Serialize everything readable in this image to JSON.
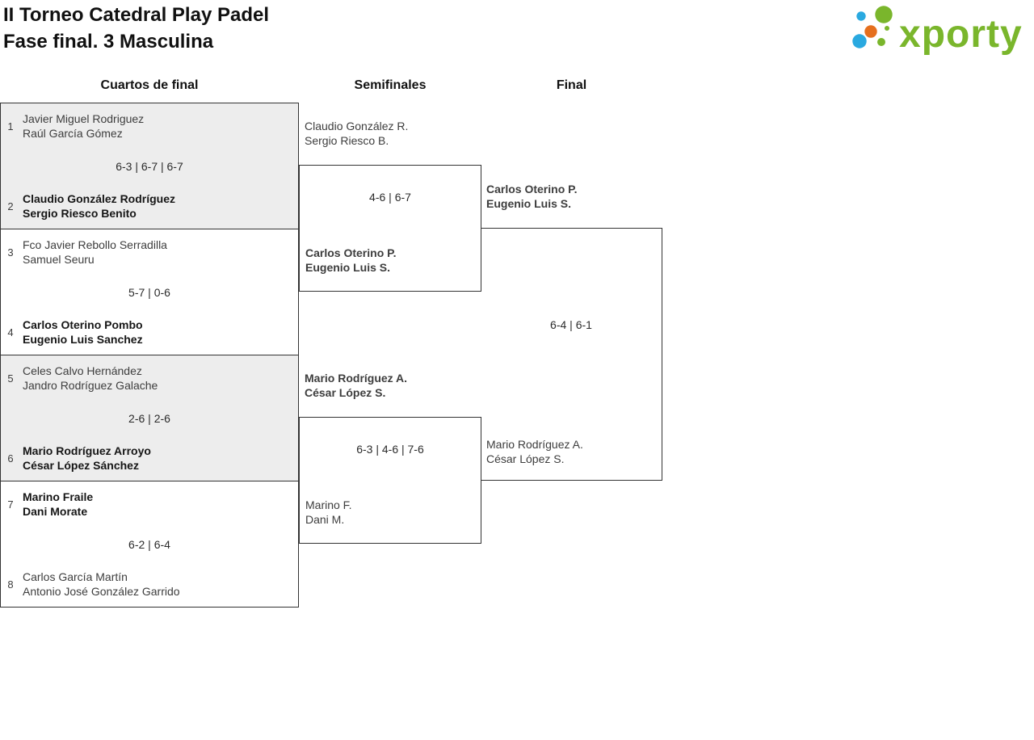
{
  "header": {
    "title_line1": "II Torneo Catedral Play Padel",
    "title_line2": "Fase final. 3 Masculina"
  },
  "logo": {
    "text": "xporty",
    "colors": {
      "green": "#7ab62c",
      "blue": "#2aa9e0",
      "orange": "#e56f1e"
    }
  },
  "round_labels": [
    "Cuartos de final",
    "Semifinales",
    "Final"
  ],
  "quarterfinals": [
    {
      "seed_top": "1",
      "top": [
        "Javier Miguel Rodriguez",
        "Raúl García Gómez"
      ],
      "score": "6-3 | 6-7 | 6-7",
      "seed_bottom": "2",
      "bottom": [
        "Claudio González Rodríguez",
        "Sergio Riesco Benito"
      ],
      "winner": "bottom"
    },
    {
      "seed_top": "3",
      "top": [
        "Fco Javier Rebollo Serradilla",
        "Samuel Seuru"
      ],
      "score": "5-7 | 0-6",
      "seed_bottom": "4",
      "bottom": [
        "Carlos Oterino Pombo",
        "Eugenio Luis Sanchez"
      ],
      "winner": "bottom"
    },
    {
      "seed_top": "5",
      "top": [
        "Celes Calvo Hernández",
        "Jandro Rodríguez Galache"
      ],
      "score": "2-6 | 2-6",
      "seed_bottom": "6",
      "bottom": [
        "Mario Rodríguez Arroyo",
        "César López Sánchez"
      ],
      "winner": "bottom"
    },
    {
      "seed_top": "7",
      "top": [
        "Marino Fraile",
        "Dani Morate"
      ],
      "score": "6-2 | 6-4",
      "seed_bottom": "8",
      "bottom": [
        "Carlos García Martín",
        "Antonio José González Garrido"
      ],
      "winner": "top"
    }
  ],
  "semifinals": [
    {
      "top": [
        "Claudio González R.",
        "Sergio Riesco B."
      ],
      "score": "4-6 | 6-7",
      "bottom": [
        "Carlos Oterino P.",
        "Eugenio Luis S."
      ],
      "winner": "bottom"
    },
    {
      "top": [
        "Mario Rodríguez A.",
        "César López S."
      ],
      "score": "6-3 | 4-6 | 7-6",
      "bottom": [
        "Marino F.",
        "Dani M."
      ],
      "winner": "top"
    }
  ],
  "final": {
    "top": [
      "Carlos Oterino P.",
      "Eugenio Luis S."
    ],
    "score": "6-4 | 6-1",
    "bottom": [
      "Mario Rodríguez A.",
      "César López S."
    ],
    "winner": "top"
  }
}
